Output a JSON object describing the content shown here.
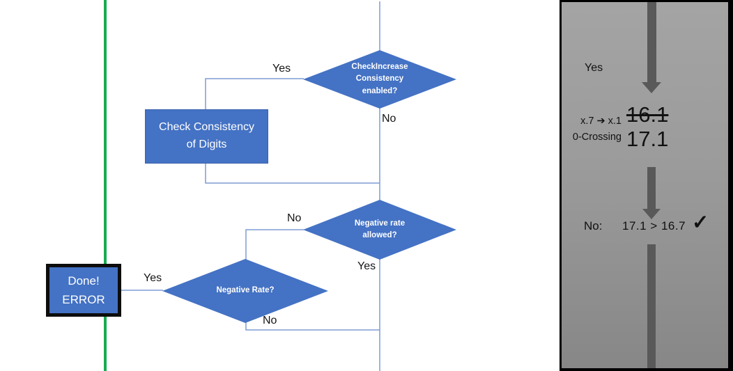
{
  "flowchart": {
    "decision_check_increase": {
      "text": "CheckIncrease\nConsistency\nenabled?",
      "yes": "Yes",
      "no": "No"
    },
    "process_check_consistency": {
      "text": "Check Consistency\nof Digits"
    },
    "decision_negative_allowed": {
      "text": "Negative rate\nallowed?",
      "no": "No",
      "yes": "Yes"
    },
    "decision_negative_rate": {
      "text": "Negative Rate?",
      "yes": "Yes",
      "no": "No"
    },
    "terminal_done_error": {
      "text": "Done!\nERROR"
    }
  },
  "side_panel": {
    "yes_label": "Yes",
    "rule_note_line1": "x.7 ➔ x.1",
    "rule_note_line2": "0-Crossing",
    "value_old": "16.1",
    "value_new": "17.1",
    "comparison_label": "No:",
    "comparison_expression": "17.1 > 16.7",
    "check_icon": "✓"
  },
  "colors": {
    "shape_blue": "#4472C4",
    "connector_blue": "#7D9BD3",
    "timeline_green": "#18AB50",
    "panel_gray_top": "#A4A4A4",
    "panel_gray_bottom": "#878787",
    "arrow_gray": "#595959",
    "border_black": "#000000"
  }
}
